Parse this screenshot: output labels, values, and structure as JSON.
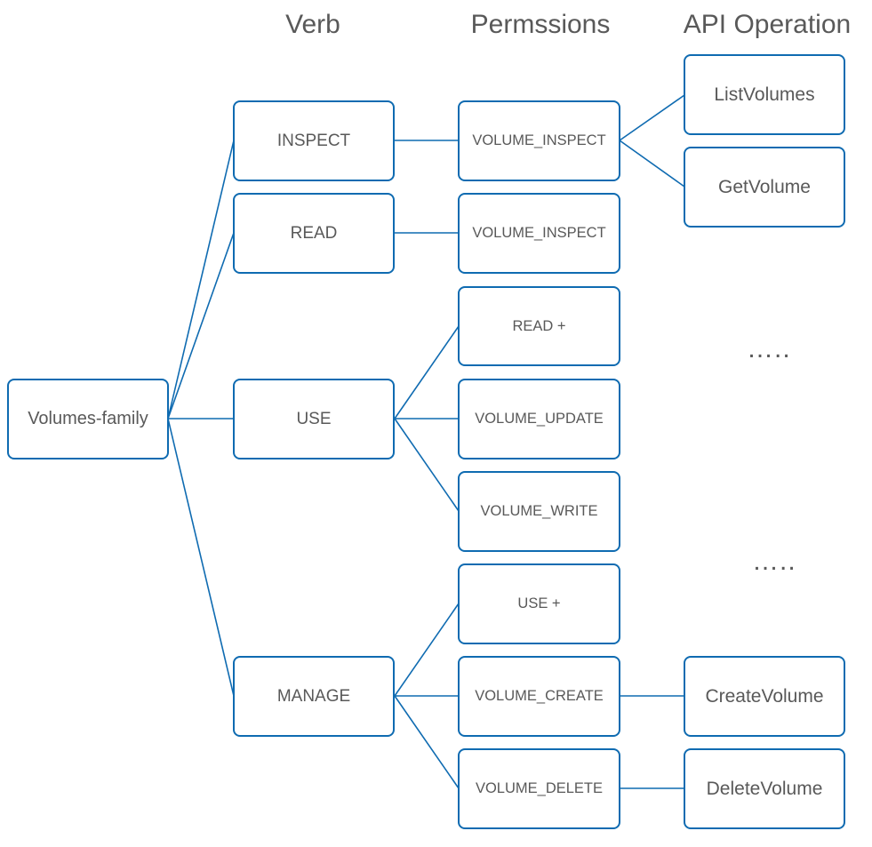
{
  "headers": {
    "verb": "Verb",
    "permissions": "Permssions",
    "api_operation": "API Operation"
  },
  "root": {
    "label": "Volumes-family"
  },
  "verbs": [
    {
      "label": "INSPECT"
    },
    {
      "label": "READ"
    },
    {
      "label": "USE"
    },
    {
      "label": "MANAGE"
    }
  ],
  "permissions": [
    {
      "label": "VOLUME_INSPECT"
    },
    {
      "label": "VOLUME_INSPECT"
    },
    {
      "label": "READ +"
    },
    {
      "label": "VOLUME_UPDATE"
    },
    {
      "label": "VOLUME_WRITE"
    },
    {
      "label": "USE +"
    },
    {
      "label": "VOLUME_CREATE"
    },
    {
      "label": "VOLUME_DELETE"
    }
  ],
  "api_operations": [
    {
      "label": "ListVolumes"
    },
    {
      "label": "GetVolume"
    },
    {
      "label": "CreateVolume"
    },
    {
      "label": "DeleteVolume"
    }
  ],
  "ellipses": [
    "…..",
    "….."
  ],
  "colors": {
    "border": "#0F6BB1",
    "text": "#595959",
    "background": "#FFFFFF"
  }
}
